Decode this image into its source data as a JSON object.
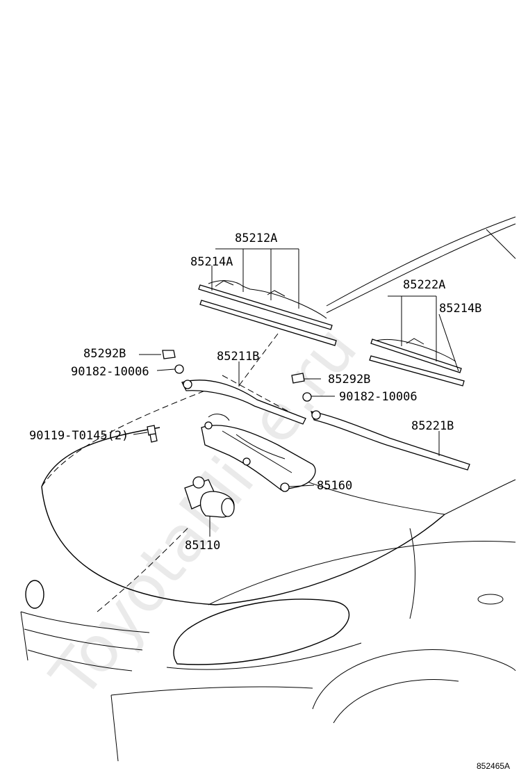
{
  "diagram": {
    "watermark": "ToyotaMine.ru",
    "reference_code": "852465A",
    "labels": {
      "blade_front": "85212A",
      "rubber_front": "85214A",
      "blade_rear": "85222A",
      "rubber_rear": "85214B",
      "cap_left": "85292B",
      "nut_left": "90182-10006",
      "arm_left": "85211B",
      "cap_right": "85292B",
      "nut_right": "90182-10006",
      "bolt": "90119-T0145(2)",
      "arm_right": "85221B",
      "link": "85160",
      "motor": "85110"
    }
  }
}
